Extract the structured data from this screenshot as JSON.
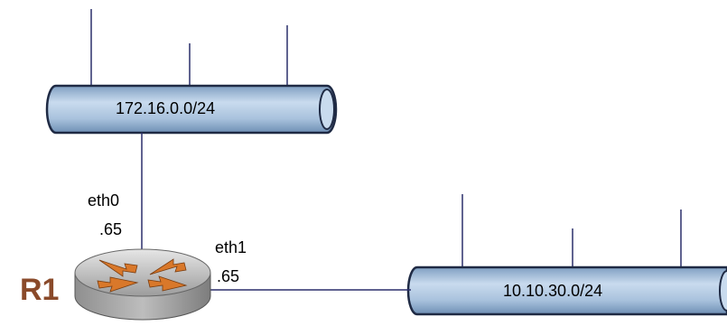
{
  "diagram": {
    "networks": [
      {
        "id": "top",
        "label": "172.16.0.0/24"
      },
      {
        "id": "bottom",
        "label": "10.10.30.0/24"
      }
    ],
    "router": {
      "name": "R1",
      "interfaces": [
        {
          "name": "eth0",
          "address": ".65"
        },
        {
          "name": "eth1",
          "address": ".65"
        }
      ]
    },
    "colors": {
      "pipe_fill": "#b9cfe6",
      "pipe_stroke": "#1f2a44",
      "link": "#2b2f6b",
      "router_body": "#b5b5b5",
      "router_arrows": "#d9782a",
      "router_name": "#8a4a2a"
    }
  }
}
